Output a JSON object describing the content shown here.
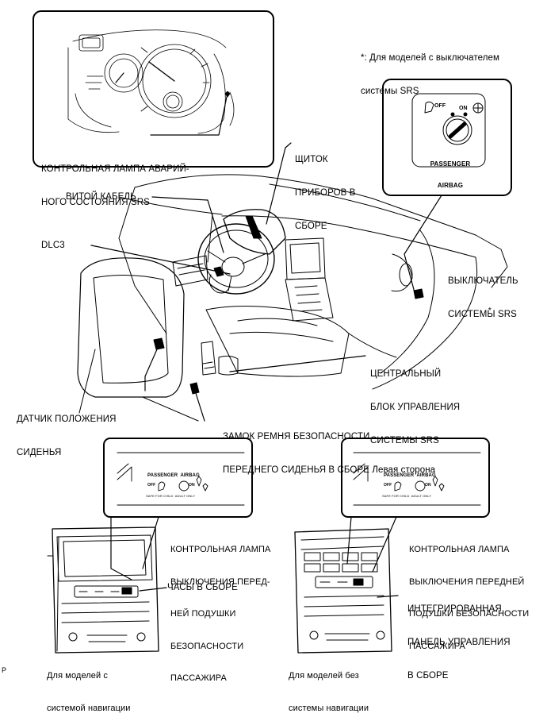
{
  "note": {
    "line1": "*: Для моделей с выключателем",
    "line2": "системы SRS"
  },
  "labels": {
    "srs_warning_lamp": {
      "line1": "КОНТРОЛЬНАЯ ЛАМПА АВАРИЙ-",
      "line2": "НОГО СОСТОЯНИЯ SRS"
    },
    "combination_meter": {
      "line1": "ЩИТОК",
      "line2": "ПРИБОРОВ В",
      "line3": "СБОРЕ"
    },
    "spiral_cable": "ВИТОЙ КАБЕЛЬ",
    "dlc3": "DLC3",
    "srs_switch": {
      "line1": "ВЫКЛЮЧАТЕЛЬ",
      "line2": "СИСТЕМЫ SRS",
      "mark": "*"
    },
    "center_airbag_sensor": {
      "line1": "ЦЕНТРАЛЬНЫЙ",
      "line2": "БЛОК УПРАВЛЕНИЯ",
      "line3": "СИСТЕМЫ SRS"
    },
    "seat_position_sensor": {
      "line1": "ДАТЧИК ПОЛОЖЕНИЯ",
      "line2": "СИДЕНЬЯ"
    },
    "buckle_switch": {
      "line1": "ЗАМОК РЕМНЯ БЕЗОПАСНОСТИ",
      "line2": "ПЕРЕДНЕГО СИДЕНЬЯ В СБОРЕ",
      "side": "Левая сторона"
    },
    "airbag_off_lamp_nav": {
      "line1": "КОНТРОЛЬНАЯ ЛАМПА",
      "line2": "ВЫКЛЮЧЕНИЯ ПЕРЕД-",
      "line3": "НЕЙ ПОДУШКИ",
      "line4": "БЕЗОПАСНОСТИ",
      "line5": "ПАССАЖИРА"
    },
    "clock": "ЧАСЫ В СБОРЕ",
    "airbag_off_lamp_nonav": {
      "line1": "КОНТРОЛЬНАЯ ЛАМПА",
      "line2": "ВЫКЛЮЧЕНИЯ ПЕРЕДНЕЙ",
      "line3": "ПОДУШКИ БЕЗОПАСНОСТИ",
      "line4": "ПАССАЖИРА"
    },
    "integrated_panel": {
      "line1": "ИНТЕГРИРОВАННАЯ",
      "line2": "ПАНЕЛЬ УПРАВЛЕНИЯ",
      "line3": "В СБОРЕ"
    }
  },
  "captions": {
    "with_nav": {
      "line1": "Для моделей с",
      "line2": "системой навигации"
    },
    "without_nav": {
      "line1": "Для моделей без",
      "line2": "системы навигации"
    }
  },
  "switch_panel": {
    "off": "OFF",
    "on": "ON",
    "line1": "PASSENGER",
    "line2": "AIRBAG"
  },
  "indicator_panel": {
    "title": "PASSENGER  AIRBAG",
    "off": "OFF",
    "on": "ON",
    "sub": "SAFE FOR CHILD  ADULT ONLY"
  },
  "footer_mark": "P"
}
